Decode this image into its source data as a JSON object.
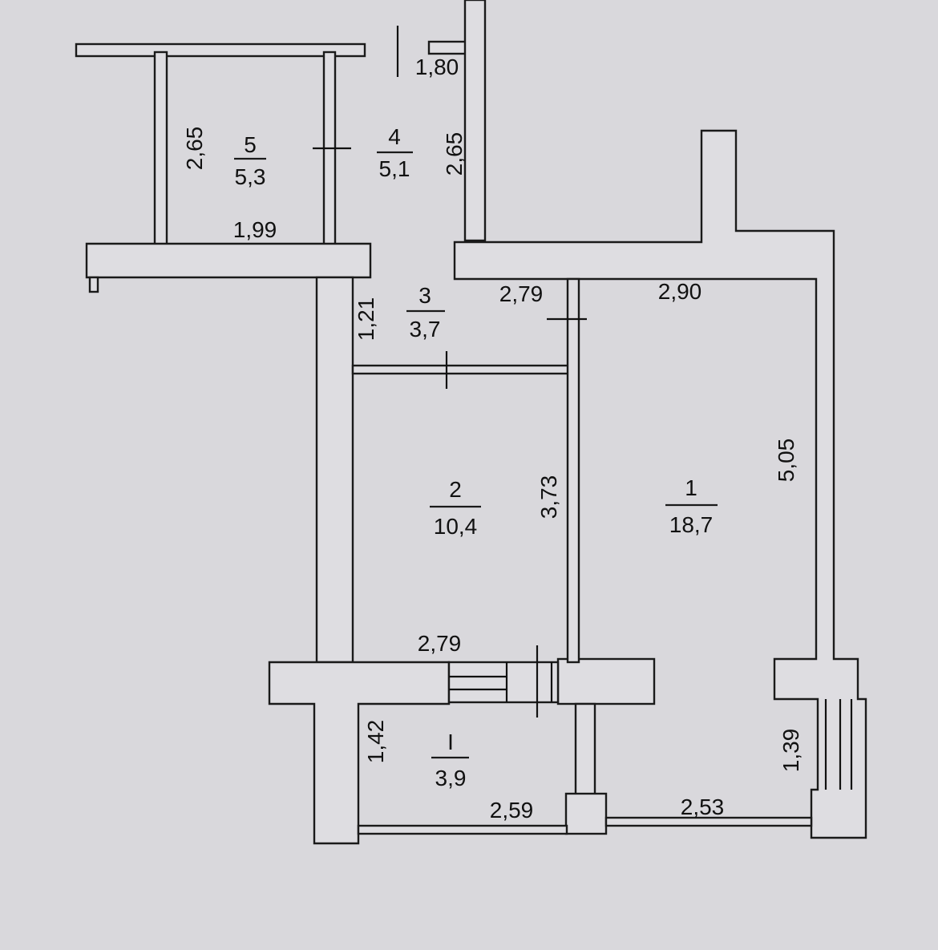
{
  "rooms": [
    {
      "id": "r1",
      "number": "1",
      "area": "18,7"
    },
    {
      "id": "r2",
      "number": "2",
      "area": "10,4"
    },
    {
      "id": "r3",
      "number": "3",
      "area": "3,7"
    },
    {
      "id": "r4",
      "number": "4",
      "area": "5,1"
    },
    {
      "id": "r5",
      "number": "5",
      "area": "5,3"
    },
    {
      "id": "rl",
      "number": "I",
      "area": "3,9"
    }
  ],
  "dimensions": {
    "d_180": "1,80",
    "d_265a": "2,65",
    "d_265b": "2,65",
    "d_199": "1,99",
    "d_121": "1,21",
    "d_279a": "2,79",
    "d_290": "2,90",
    "d_373": "3,73",
    "d_505": "5,05",
    "d_279b": "2,79",
    "d_142": "1,42",
    "d_259": "2,59",
    "d_253": "2,53",
    "d_139": "1,39"
  }
}
